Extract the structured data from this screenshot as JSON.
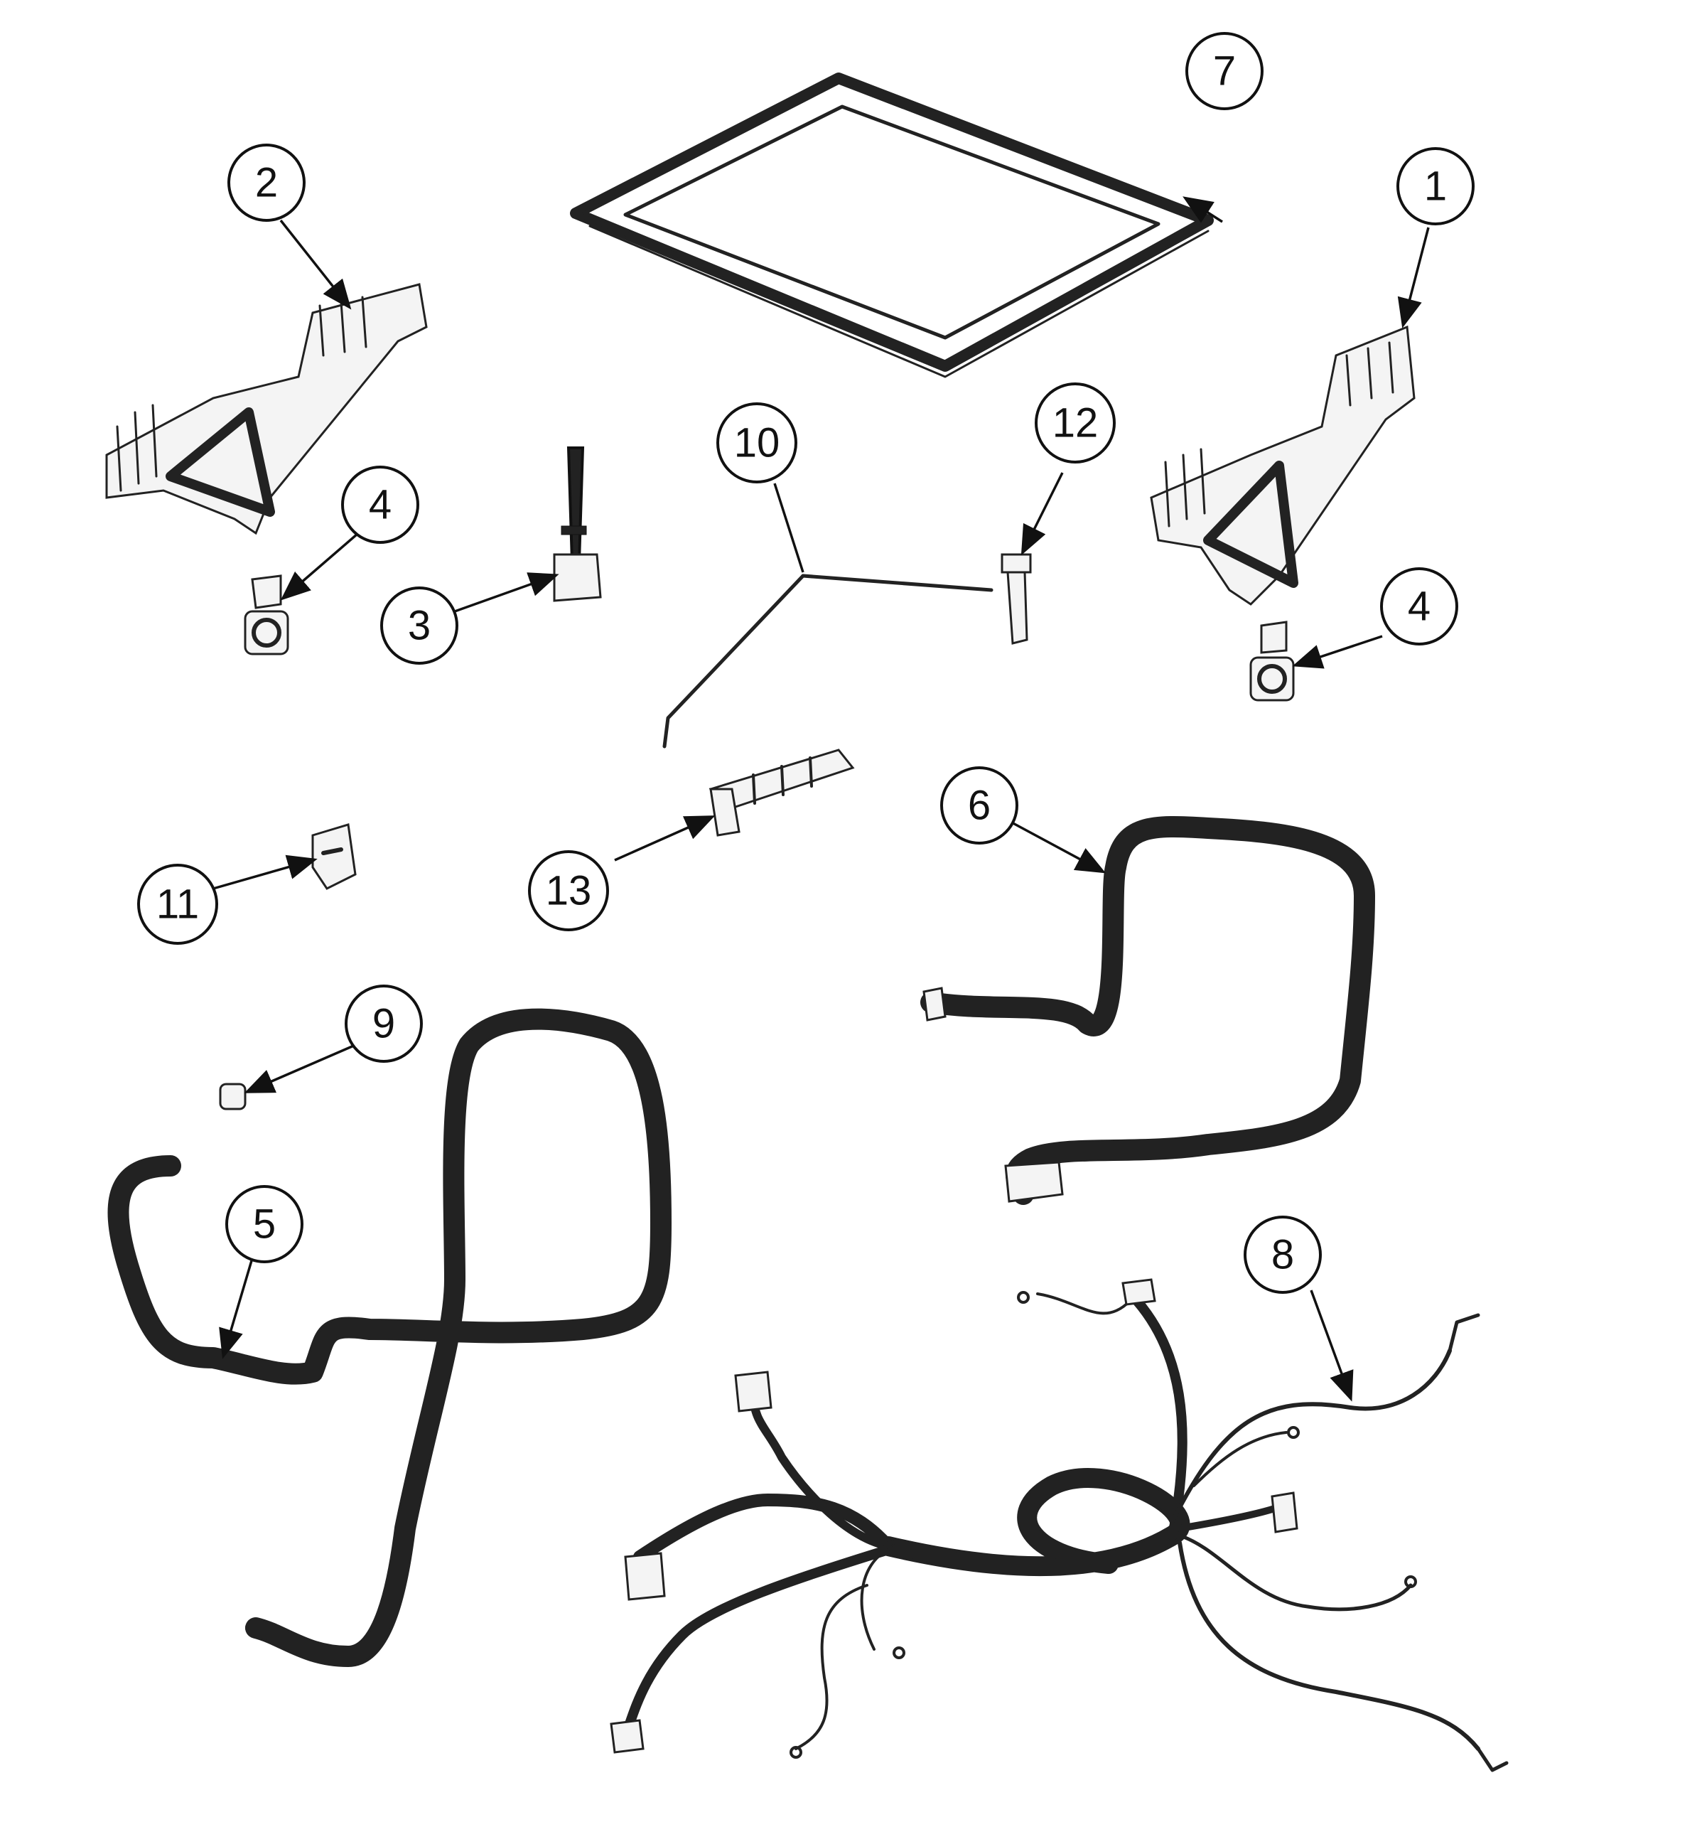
{
  "callouts": [
    {
      "id": "1",
      "label": "1"
    },
    {
      "id": "2",
      "label": "2"
    },
    {
      "id": "3",
      "label": "3"
    },
    {
      "id": "4a",
      "label": "4"
    },
    {
      "id": "4b",
      "label": "4"
    },
    {
      "id": "5",
      "label": "5"
    },
    {
      "id": "6",
      "label": "6"
    },
    {
      "id": "7",
      "label": "7"
    },
    {
      "id": "8",
      "label": "8"
    },
    {
      "id": "9",
      "label": "9"
    },
    {
      "id": "10",
      "label": "10"
    },
    {
      "id": "11",
      "label": "11"
    },
    {
      "id": "12",
      "label": "12"
    },
    {
      "id": "13",
      "label": "13"
    }
  ],
  "colors": {
    "ink": "#111111",
    "background": "#ffffff"
  }
}
